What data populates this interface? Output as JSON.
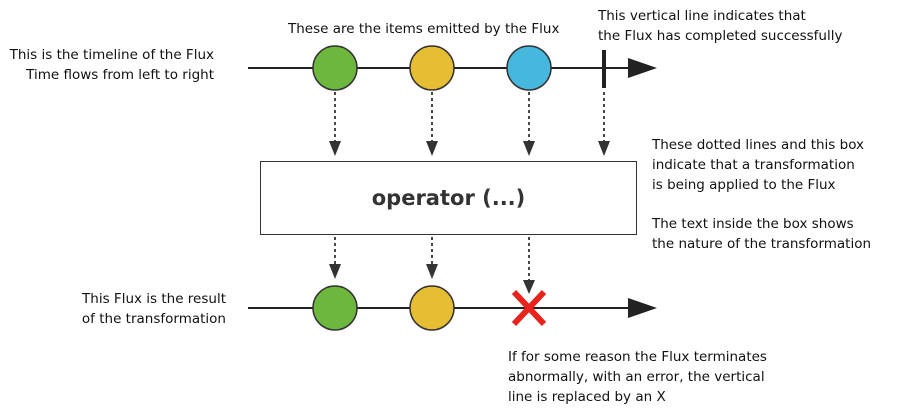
{
  "colors": {
    "line": "#222222",
    "arrow_dotted": "#333333",
    "marble_green": "#6cb83f",
    "marble_yellow": "#e7bd34",
    "marble_blue": "#46b8de",
    "marble_stroke": "#333333",
    "error_x": "#e8231b"
  },
  "icons": {
    "completion": "vertical-bar-icon",
    "error": "red-x-icon",
    "arrow": "arrowhead-icon"
  },
  "annotations": {
    "top_timeline": [
      "This is the timeline of the Flux",
      "Time flows from left to right"
    ],
    "items": "These are the items emitted by the Flux",
    "completion": [
      "This vertical line indicates that",
      "the Flux has completed successfully"
    ],
    "operator_explain_1": [
      "These dotted lines and this box",
      "indicate that a transformation",
      "is being applied to the Flux"
    ],
    "operator_explain_2": [
      "The text inside the box shows",
      "the nature of the transformation"
    ],
    "result_timeline": [
      "This Flux is the result",
      "of the transformation"
    ],
    "error": [
      "If for some reason the Flux terminates",
      "abnormally, with an error, the vertical",
      "line is replaced by an X"
    ]
  },
  "operator": {
    "label": "operator (...)"
  },
  "top_marbles": [
    "green",
    "yellow",
    "blue"
  ],
  "bottom_marbles": [
    "green",
    "yellow"
  ]
}
